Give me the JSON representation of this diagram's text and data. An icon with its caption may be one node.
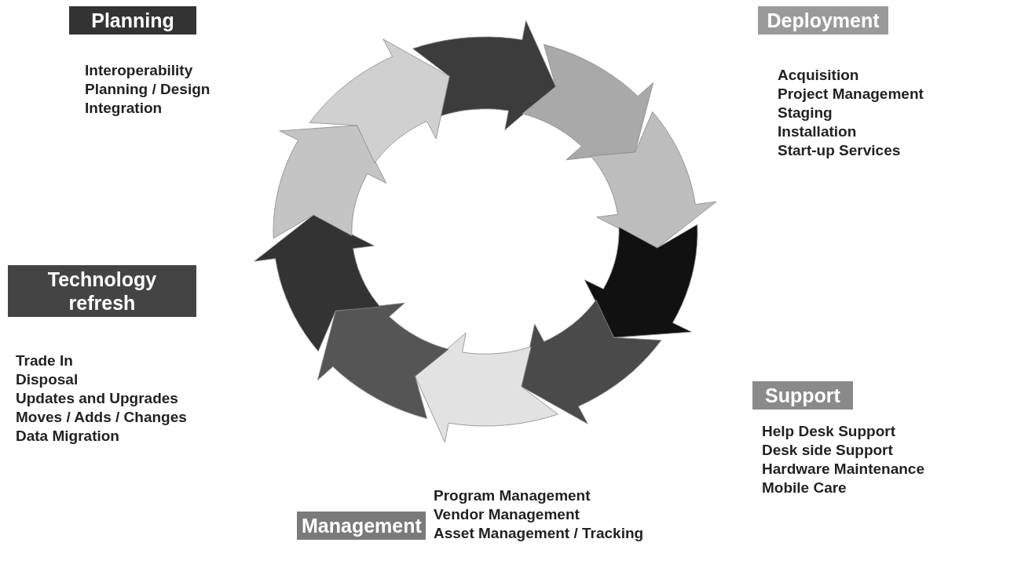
{
  "diagram": {
    "nodes": [
      {
        "text": [
          "Planning"
        ],
        "beside": [
          "Interoperability",
          "Planning / Design",
          "Integration"
        ]
      },
      {
        "text": [
          "Deployment"
        ],
        "beside": [
          "Acquisition",
          "Project Management",
          "Staging",
          "Installation",
          "Start-up Services"
        ]
      },
      {
        "text": [
          "Technology refresh"
        ],
        "beside": [
          "Trade In",
          "Disposal",
          "Updates and Upgrades",
          "Moves / Adds / Changes",
          "Data Migration"
        ]
      },
      {
        "text": [
          "Support"
        ],
        "beside": [
          "Help Desk Support",
          "Desk side Support",
          "Hardware Maintenance",
          "Mobile Care"
        ]
      },
      {
        "text": [
          "Management"
        ],
        "beside": [
          "Program Management",
          "Vendor Management",
          "Asset Management / Tracking"
        ]
      }
    ],
    "edges": []
  }
}
